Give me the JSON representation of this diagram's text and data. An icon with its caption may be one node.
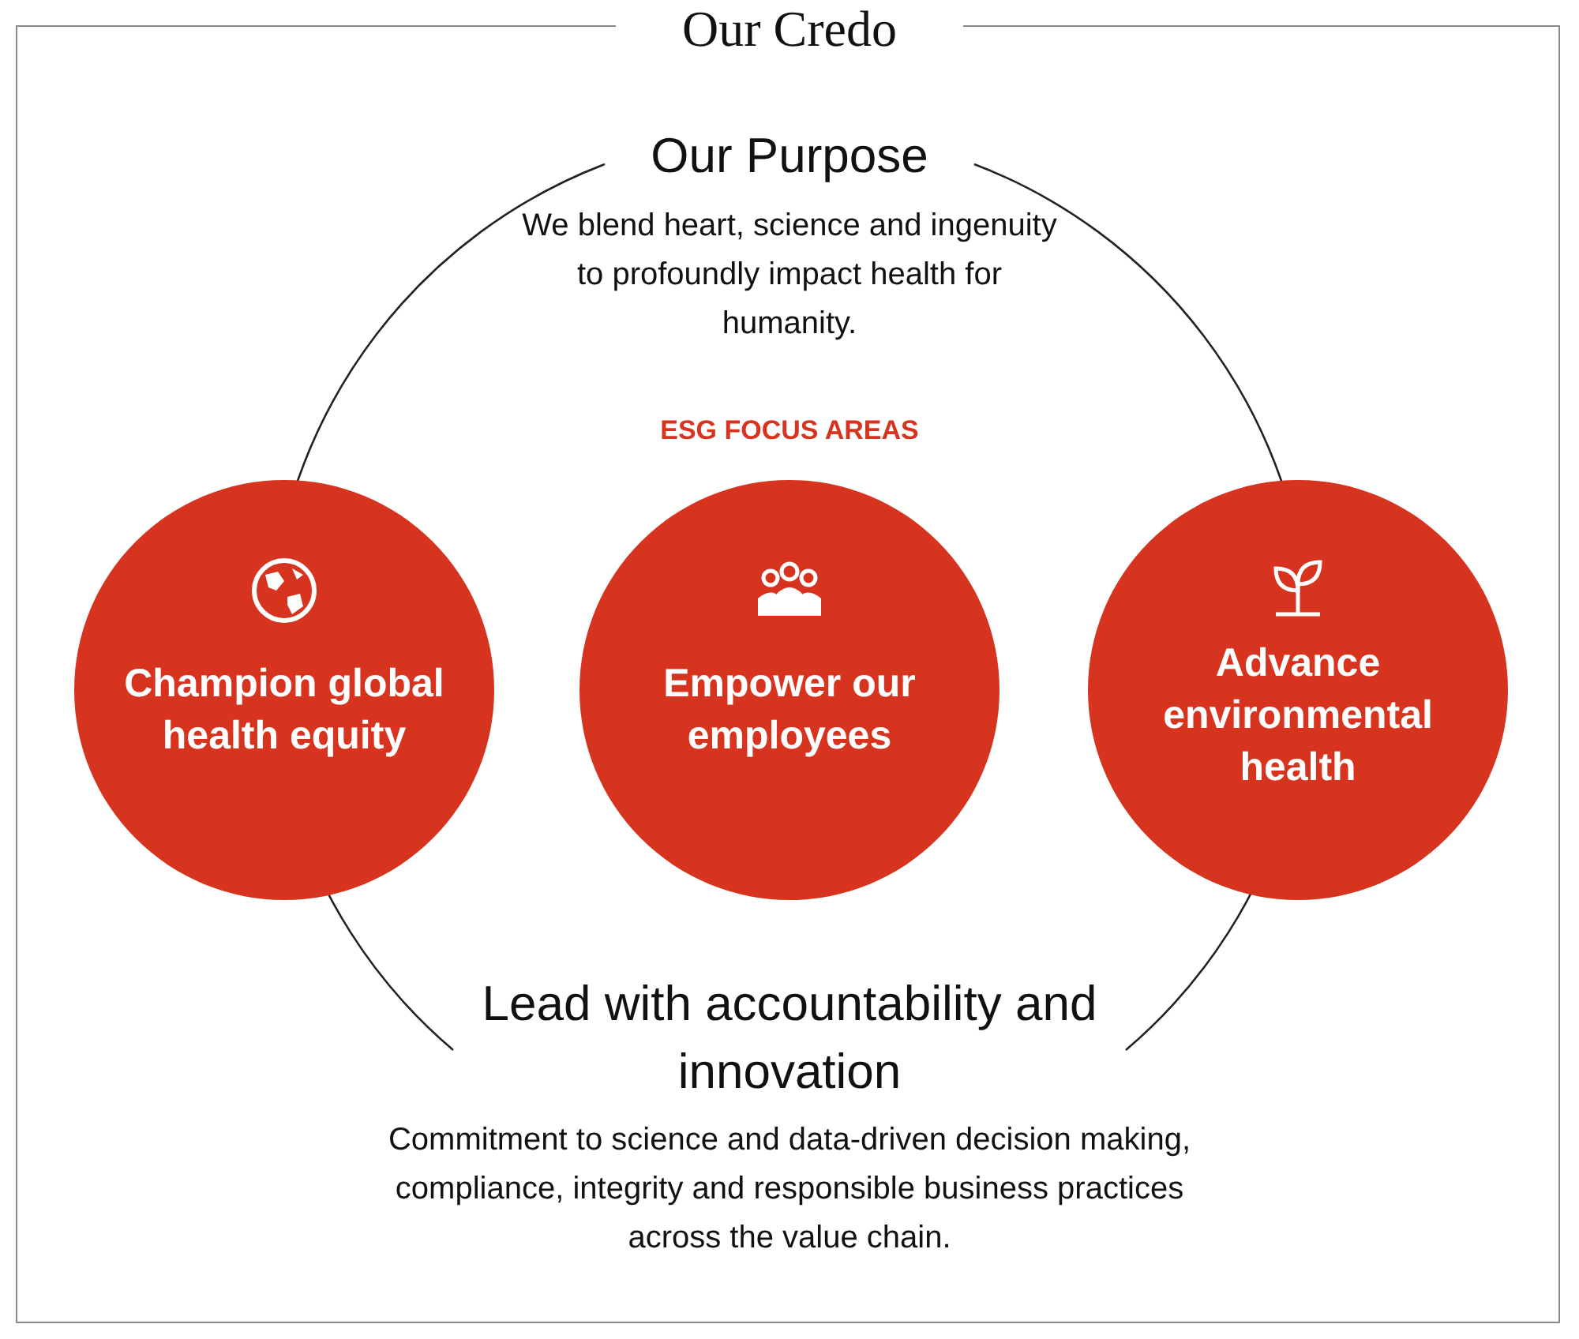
{
  "diagram": {
    "title": "Our Credo",
    "nodes": [
      {
        "text": [
          "Champion global health equity"
        ]
      },
      {
        "text": [
          "Empower our employees"
        ]
      },
      {
        "text": [
          "Advance environmental health"
        ]
      }
    ],
    "labels": [
      "Our Purpose",
      "We blend heart, science and ingenuity to profoundly impact health for humanity.",
      "ESG FOCUS AREAS",
      "Lead with accountability and innovation",
      "Commitment to science and data-driven decision making, compliance, integrity and responsible business practices across the value chain."
    ]
  }
}
